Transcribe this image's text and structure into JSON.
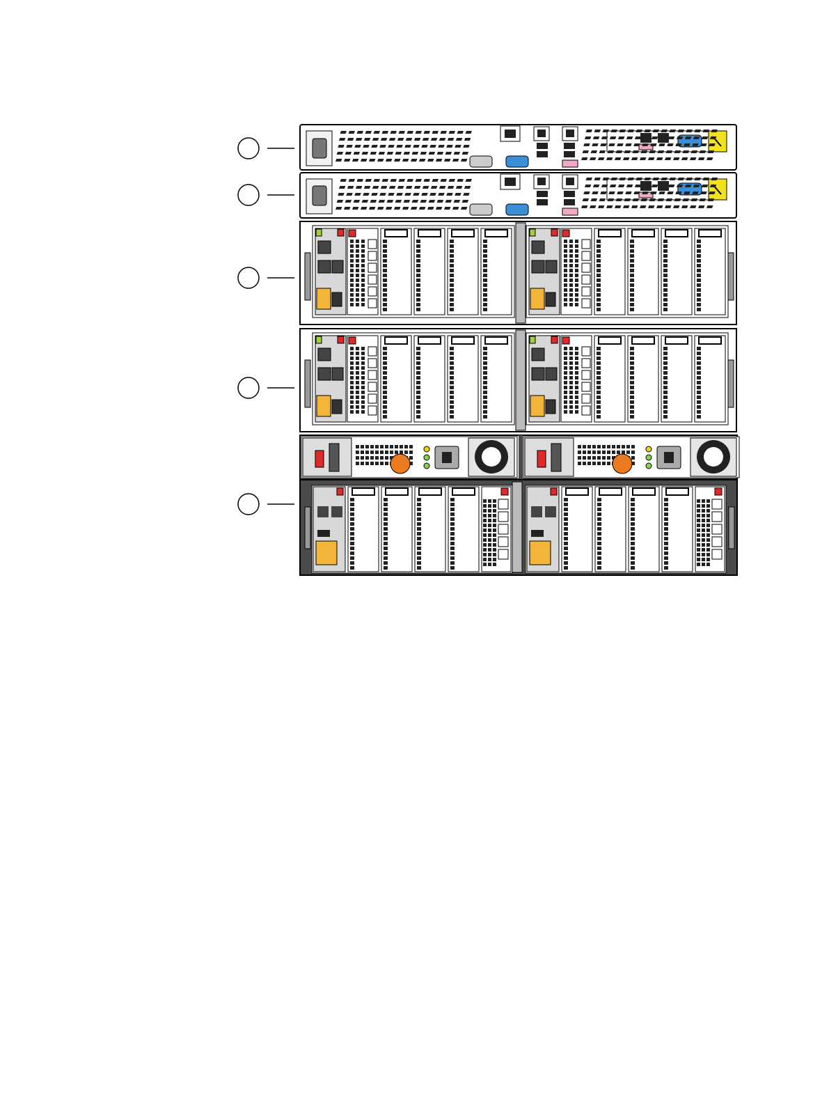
{
  "figure": {
    "callouts": [
      {
        "id": 1,
        "label": ""
      },
      {
        "id": 2,
        "label": ""
      },
      {
        "id": 3,
        "label": ""
      },
      {
        "id": 4,
        "label": ""
      },
      {
        "id": 5,
        "label": ""
      }
    ],
    "units": [
      {
        "kind": "1u-server",
        "name": "server-1"
      },
      {
        "kind": "1u-server",
        "name": "server-2"
      },
      {
        "kind": "storage-controller",
        "name": "controller-enclosure-1"
      },
      {
        "kind": "storage-controller",
        "name": "controller-enclosure-2"
      },
      {
        "kind": "power-supply-tray",
        "name": "psu-tray"
      },
      {
        "kind": "storage-controller-dark",
        "name": "controller-enclosure-3"
      }
    ]
  },
  "colors": {
    "outline": "#000000",
    "rack_fill": "#ffffff",
    "gray_panel": "#e6e6e6",
    "dark_panel": "#4a4a4a",
    "port_blue": "#3b8fd6",
    "yellow": "#f2e21c",
    "orange": "#ec7a1e",
    "green": "#9fcf3c",
    "red": "#e02a2a",
    "pink": "#f1a9c8",
    "led_yellow": "#f3d016",
    "led_green": "#8ccf4b"
  }
}
